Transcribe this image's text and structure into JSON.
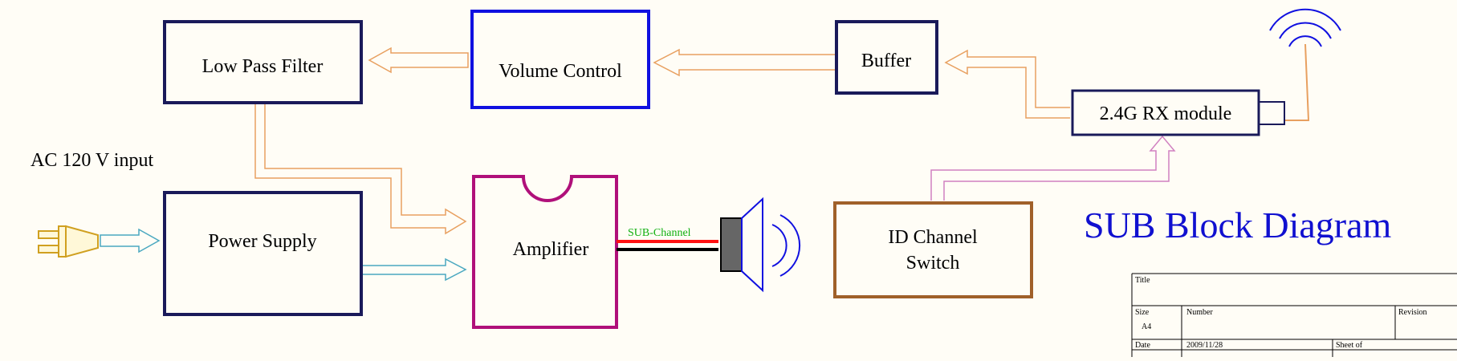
{
  "diagram": {
    "title": "SUB Block Diagram",
    "input_label": "AC 120 V  input",
    "blocks": {
      "low_pass_filter": "Low Pass Filter",
      "volume_control": "Volume Control",
      "buffer": "Buffer",
      "rx_module": "2.4G RX module",
      "power_supply": "Power Supply",
      "amplifier": "Amplifier",
      "id_channel_switch_line1": "ID Channel",
      "id_channel_switch_line2": "Switch"
    },
    "wire_label": "SUB-Channel",
    "colors": {
      "background": "#fffdf6",
      "signal_arrow": "#e8a060",
      "power_arrow": "#4aa8c0",
      "id_arrow": "#d080c0",
      "wire_red": "#ff1010",
      "wire_black": "#000000",
      "label_green": "#10b010",
      "title_blue": "#1010d0",
      "block_navy": "#1a1a5a",
      "block_blue": "#1010e0",
      "block_magenta": "#b0107a",
      "block_brown": "#a0602a"
    }
  },
  "title_block": {
    "title_label": "Title",
    "size_label": "Size",
    "size_value": "A4",
    "number_label": "Number",
    "revision_label": "Revision",
    "date_label": "Date",
    "date_value": "2009/11/28",
    "sheet_label": "Sheet    of"
  }
}
